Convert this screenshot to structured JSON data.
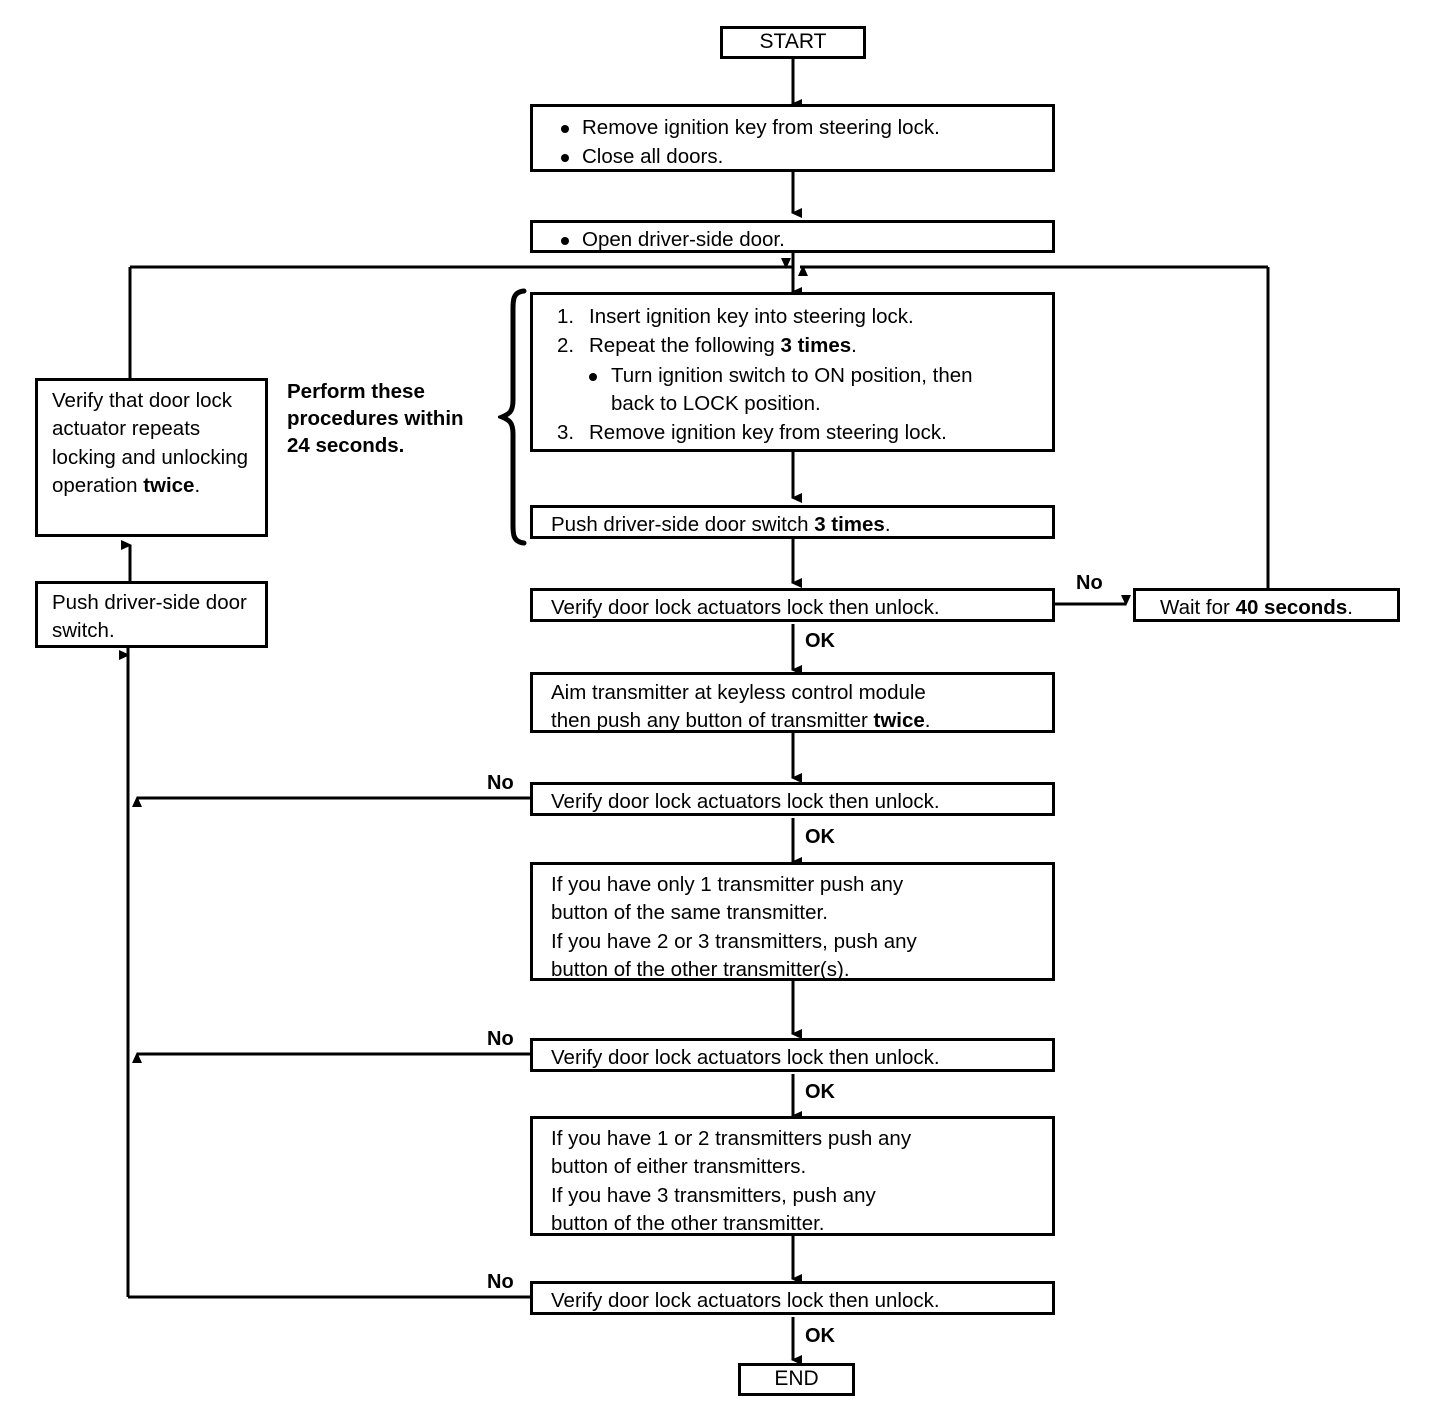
{
  "diagram": {
    "title": "Keyless entry transmitter programming procedure flowchart",
    "nodes": {
      "start": {
        "label": "START"
      },
      "prep": {
        "items": [
          "Remove ignition key from steering lock.",
          "Close all doors."
        ]
      },
      "open_door": {
        "items": [
          "Open driver-side door."
        ]
      },
      "key_cycle": {
        "step1": "Insert ignition key into steering lock.",
        "step2_pre": "Repeat the following ",
        "step2_bold": "3 times",
        "step2_post": ".",
        "substep_line1": "Turn ignition switch to ON position, then",
        "substep_line2": "back to LOCK position.",
        "step3": "Remove ignition key from steering lock."
      },
      "push_switch_3x": {
        "pre": "Push driver-side door switch ",
        "bold": "3 times",
        "post": "."
      },
      "verify_1": {
        "label": "Verify door lock actuators lock then unlock."
      },
      "wait_40": {
        "pre": "Wait for ",
        "bold": "40 seconds",
        "post": "."
      },
      "aim_transmitter": {
        "line1": "Aim transmitter at keyless control module",
        "line2_pre": "then push any button of transmitter ",
        "line2_bold": "twice",
        "line2_post": "."
      },
      "verify_2": {
        "label": "Verify door lock actuators lock then unlock."
      },
      "transmitter_a": {
        "line1": "If you have only  1  transmitter push any",
        "line2": "button of the same transmitter.",
        "line3": "If you have  2  or  3  transmitters, push any",
        "line4": "button of the other transmitter(s)."
      },
      "verify_3": {
        "label": "Verify door lock actuators lock then unlock."
      },
      "transmitter_b": {
        "line1": "If you have  1  or  2  transmitters push any",
        "line2": "button of either transmitters.",
        "line3": "If you have  3  transmitters, push any",
        "line4": "button of the other transmitter."
      },
      "verify_4": {
        "label": "Verify door lock actuators lock then unlock."
      },
      "end": {
        "label": "END"
      },
      "verify_actuator_repeat": {
        "pre": "Verify that door lock actuator repeats locking and unlocking operation ",
        "bold": "twice",
        "post": "."
      },
      "push_door_switch": {
        "label": "Push driver-side door switch."
      }
    },
    "annotations": {
      "perform_within": "Perform these\nprocedures within\n24 seconds."
    },
    "edge_labels": {
      "no_1": "No",
      "ok_1": "OK",
      "no_2": "No",
      "ok_2": "OK",
      "no_3": "No",
      "ok_3": "OK",
      "no_4": "No",
      "ok_4": "OK"
    },
    "colors": {
      "line": "#000000",
      "fill": "#ffffff",
      "text": "#000000"
    }
  }
}
